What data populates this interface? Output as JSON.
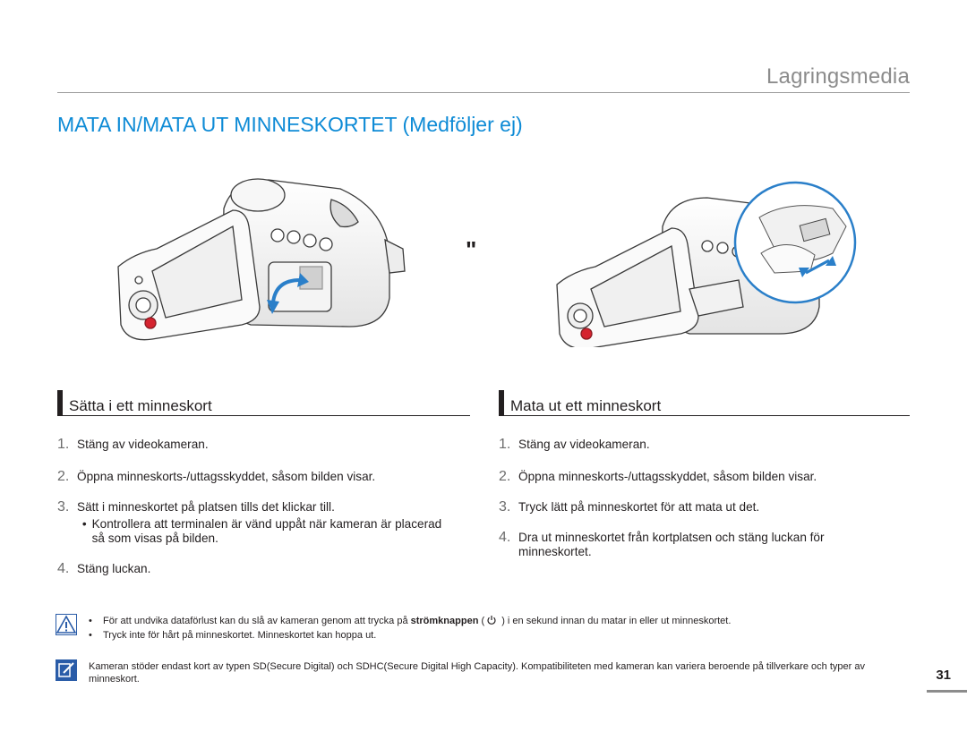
{
  "header": {
    "section_title": "Lagringsmedia"
  },
  "main_title": "MATA IN/MATA UT MINNESKORTET (Medföljer ej)",
  "figure": {
    "arrow_glyph": "\""
  },
  "left": {
    "heading": "Sätta i ett minneskort",
    "steps": [
      {
        "num": "1.",
        "text": "Stäng av videokameran."
      },
      {
        "num": "2.",
        "text": "Öppna minneskorts-/uttagsskyddet, såsom bilden visar."
      },
      {
        "num": "3.",
        "text": "Sätt i minneskortet på platsen tills det klickar till."
      },
      {
        "num": "4.",
        "text": "Stäng luckan."
      }
    ],
    "sub_bullet": "Kontrollera att terminalen är vänd uppåt när kameran är placerad så som visas på bilden."
  },
  "right": {
    "heading": "Mata ut ett minneskort",
    "steps": [
      {
        "num": "1.",
        "text": "Stäng av videokameran."
      },
      {
        "num": "2.",
        "text": "Öppna minneskorts-/uttagsskyddet, såsom bilden visar."
      },
      {
        "num": "3.",
        "text": "Tryck lätt på minneskortet för att mata ut det."
      },
      {
        "num": "4.",
        "text": "Dra ut minneskortet från kortplatsen och stäng luckan för minneskortet."
      }
    ]
  },
  "warning": {
    "icon": "warning-icon",
    "bullet1_before": "För att undvika dataförlust kan du slå av kameran genom att trycka på ",
    "bullet1_bold": "strömknappen",
    "bullet1_after": " ) i en sekund innan du matar in eller ut minneskortet.",
    "bullet2": "Tryck inte för hårt på minneskortet. Minneskortet kan hoppa ut."
  },
  "info": {
    "icon": "note-icon",
    "text": "Kameran stöder endast kort av typen SD(Secure Digital) och SDHC(Secure Digital High Capacity). Kompatibiliteten med kameran kan variera beroende på tillverkare och typer av minneskort."
  },
  "page_number": "31",
  "colors": {
    "accent": "#0e8bd6",
    "arrow": "#2a7fc9",
    "record": "#d5232f"
  }
}
